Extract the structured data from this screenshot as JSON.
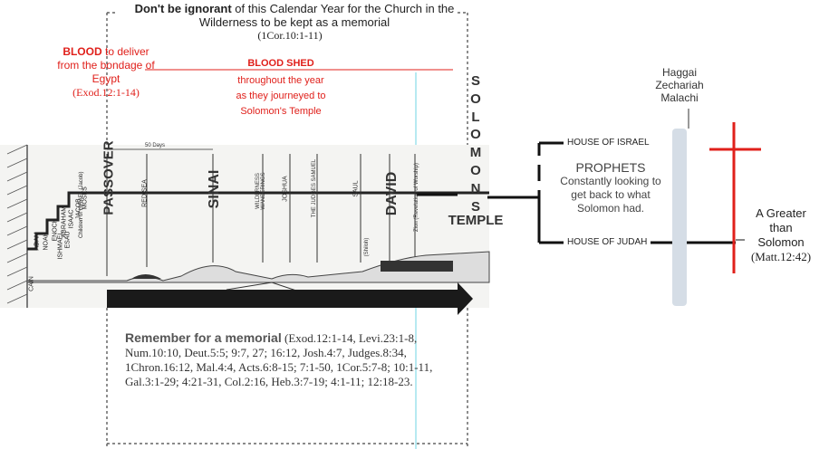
{
  "top_title": {
    "bold": "Don't be ignorant",
    "rest": " of this Calendar Year for the Church in the Wilderness to be kept as a memorial",
    "ref": "(1Cor.10:1-11)"
  },
  "blood_left": {
    "bold": "BLOOD",
    "rest": " to deliver from the bondage of Egypt",
    "ref": "(Exod.12:1-14)"
  },
  "blood_shed": {
    "title": "BLOOD SHED",
    "line1": "throughout the year",
    "line2": "as they journeyed to",
    "line3": "Solomon's Temple"
  },
  "solomons_letters": [
    "S",
    "O",
    "L",
    "O",
    "M",
    "O",
    "N",
    "S"
  ],
  "temple": "TEMPLE",
  "timeline": {
    "days": "50 Days",
    "passover": "PASSOVER",
    "sinai": "SINAI",
    "david": "DAVID",
    "labels": [
      "ADAM",
      "NOAH",
      "ENOCH",
      "ABRAHAM",
      "ISHMAEL",
      "ISAAC",
      "ESAU",
      "JACOB",
      "Children of ISRAEL (Jacob)",
      "MOSES",
      "RED SEA",
      "WILDERNESS WANDERINGS",
      "JOSHUA",
      "THE JUDGES SAMUEL",
      "SAUL",
      "Zion (Revelation of Worship)",
      "(Shiloh)",
      "CAIN"
    ]
  },
  "houses": {
    "israel": "HOUSE OF ISRAEL",
    "judah": "HOUSE OF JUDAH"
  },
  "prophets": {
    "title": "PROPHETS",
    "line1": "Constantly looking to",
    "line2": "get back to what",
    "line3": "Solomon had."
  },
  "prophet_names": [
    "Haggai",
    "Zechariah",
    "Malachi"
  ],
  "greater": {
    "line1": "A Greater",
    "line2": "than",
    "line3": "Solomon",
    "ref": "(Matt.12:42)"
  },
  "memorial": {
    "heading": "Remember for a memorial",
    "refs": " (Exod.12:1-14, Levi.23:1-8, Num.10:10, Deut.5:5; 9:7, 27; 16:12, Josh.4:7, Judges.8:34, 1Chron.16:12, Mal.4:4, Acts.6:8-15; 7:1-50, 1Cor.5:7-8; 10:1-11, Gal.3:1-29; 4:21-31, Col.2:16, Heb.3:7-19; 4:1-11; 12:18-23."
  },
  "colors": {
    "red": "#e0201b",
    "cyan": "#6fd6e3",
    "bar": "#d5dde6"
  }
}
